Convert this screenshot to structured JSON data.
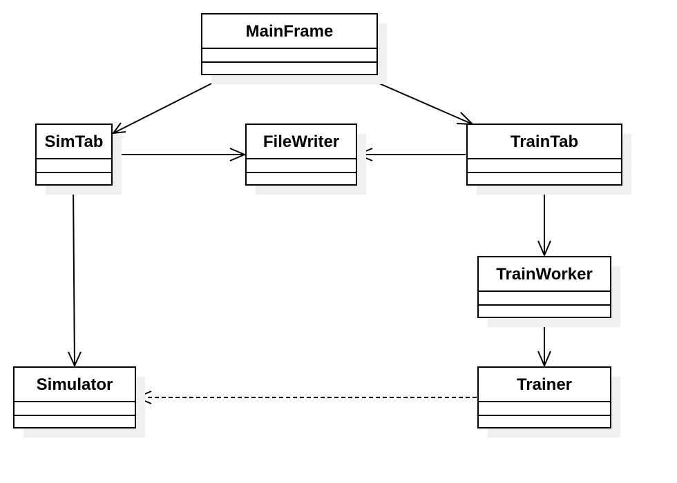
{
  "diagram": {
    "classes": [
      {
        "id": "mainframe",
        "name": "MainFrame"
      },
      {
        "id": "simtab",
        "name": "SimTab"
      },
      {
        "id": "filewriter",
        "name": "FileWriter"
      },
      {
        "id": "traintab",
        "name": "TrainTab"
      },
      {
        "id": "trainworker",
        "name": "TrainWorker"
      },
      {
        "id": "simulator",
        "name": "Simulator"
      },
      {
        "id": "trainer",
        "name": "Trainer"
      }
    ],
    "relations": [
      {
        "from": "mainframe",
        "to": "simtab",
        "style": "solid"
      },
      {
        "from": "mainframe",
        "to": "traintab",
        "style": "solid"
      },
      {
        "from": "simtab",
        "to": "filewriter",
        "style": "solid"
      },
      {
        "from": "traintab",
        "to": "filewriter",
        "style": "solid"
      },
      {
        "from": "simtab",
        "to": "simulator",
        "style": "solid"
      },
      {
        "from": "traintab",
        "to": "trainworker",
        "style": "solid"
      },
      {
        "from": "trainworker",
        "to": "trainer",
        "style": "solid"
      },
      {
        "from": "trainer",
        "to": "simulator",
        "style": "dashed"
      }
    ]
  }
}
